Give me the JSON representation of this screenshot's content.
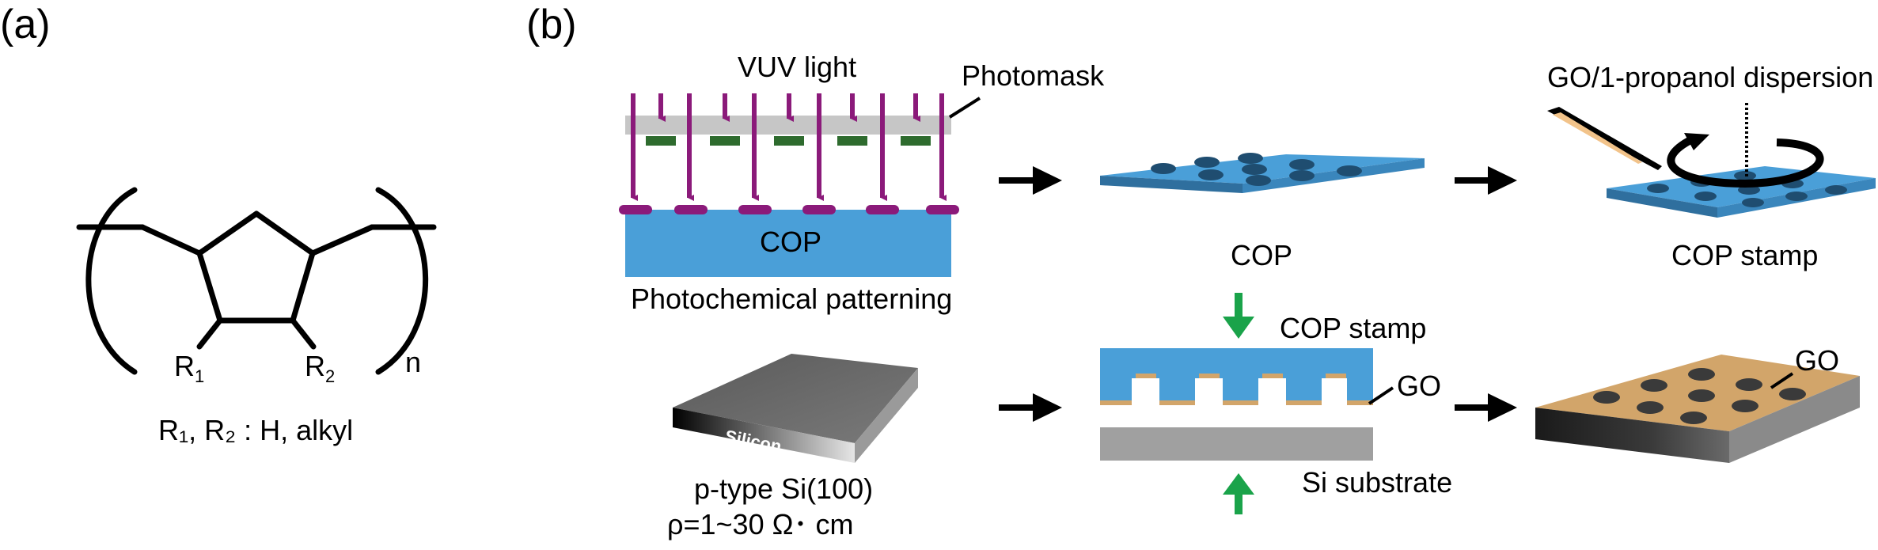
{
  "panel_a": {
    "label": "(a)",
    "r1": "R",
    "r1_sub": "1",
    "r2": "R",
    "r2_sub": "2",
    "n": "n",
    "caption": "R₁, R₂ : H, alkyl"
  },
  "panel_b": {
    "label": "(b)",
    "vuv_light": "VUV light",
    "photomask": "Photomask",
    "cop_block": "COP",
    "photochemical_patterning": "Photochemical patterning",
    "cop": "COP",
    "dispersion": "GO/1-propanol dispersion",
    "cop_stamp": "COP stamp",
    "silicon_face": "Silicon",
    "si_type": "p-type Si(100)",
    "si_resistivity": "ρ=1~30 Ω･ cm",
    "cop_stamp_press": "COP stamp",
    "go_label": "GO",
    "si_substrate": "Si substrate",
    "go_final": "GO"
  },
  "colors": {
    "cop_blue": "#4a9fd8",
    "cop_dark": "#2f6f9e",
    "arrow_purple": "#8b1a7a",
    "mask_green": "#2e6b2e",
    "mask_gray": "#c6c6c6",
    "press_green": "#1aa34a",
    "go_tan": "#d2a56a",
    "si_gray": "#a0a0a0"
  }
}
